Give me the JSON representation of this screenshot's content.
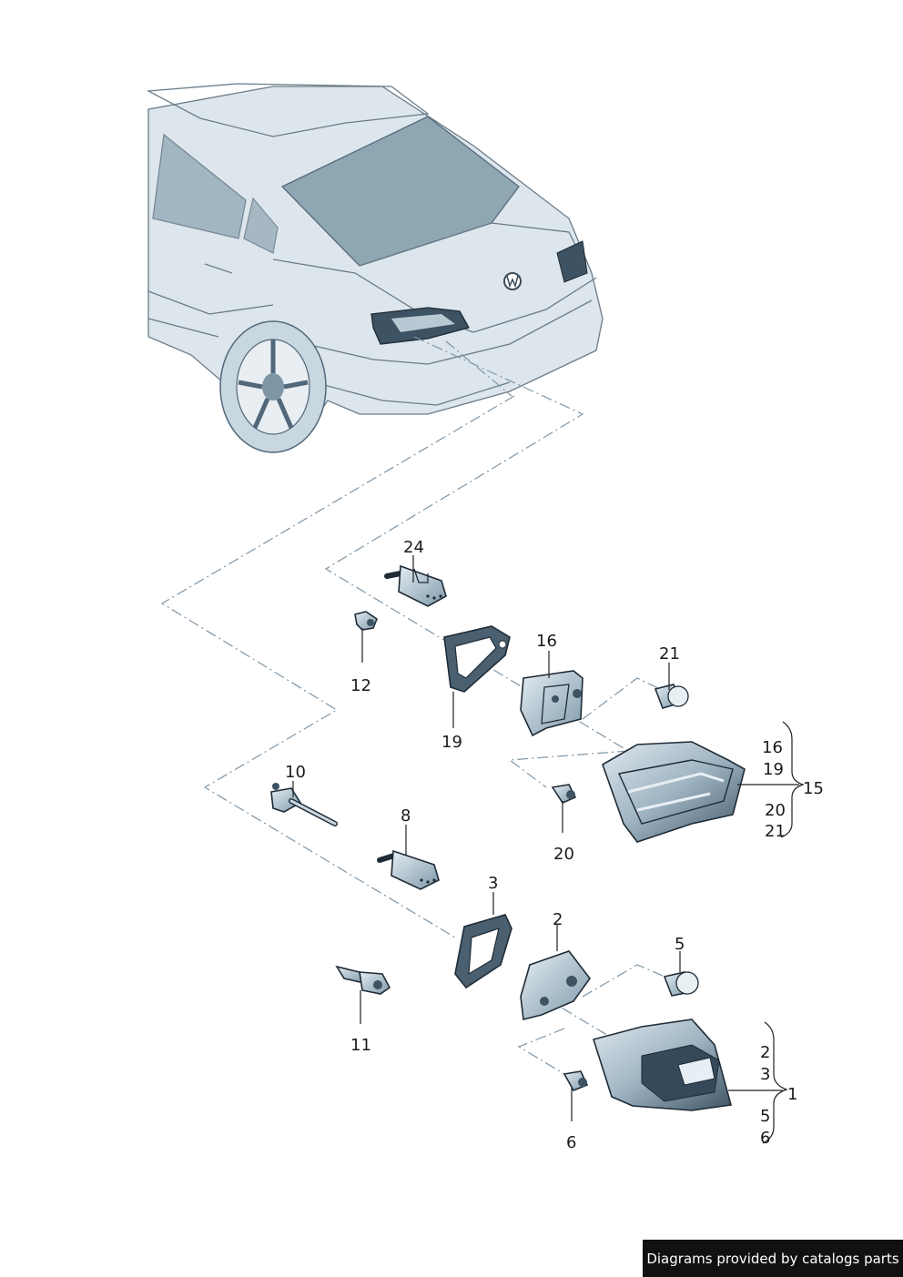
{
  "callouts": {
    "c1": "1",
    "c2": "2",
    "c2b": "2",
    "c3": "3",
    "c3b": "3",
    "c5": "5",
    "c5b": "5",
    "c6": "6",
    "c6b": "6",
    "c8": "8",
    "c10": "10",
    "c11": "11",
    "c12": "12",
    "c15": "15",
    "c16": "16",
    "c16b": "16",
    "c19": "19",
    "c19b": "19",
    "c20": "20",
    "c20b": "20",
    "c21": "21",
    "c21b": "21",
    "c24": "24"
  },
  "credit": "Diagrams provided by catalogs parts",
  "colors": {
    "part_fill": "#b7cad6",
    "car_fill": "#dde6ec",
    "glass": "#8fa6b3",
    "credit_bg": "#111111"
  }
}
